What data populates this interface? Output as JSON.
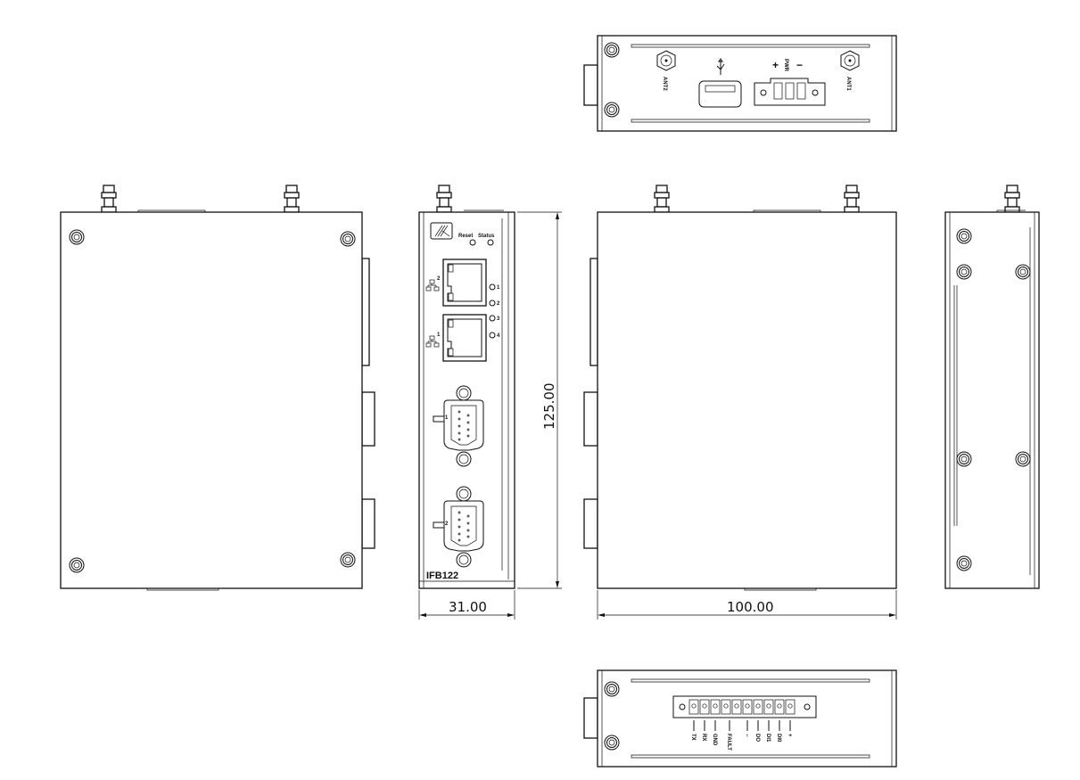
{
  "title": "IFB122 dimension drawing",
  "top_view": {
    "antenna_left": "ANT2",
    "antenna_right": "ANT1",
    "usb_icon": "usb-icon",
    "power_plus": "+",
    "power_label": "PWR",
    "power_minus": "−"
  },
  "front_view": {
    "reset_label": "Reset",
    "status_label": "Status",
    "lan2_index": "2",
    "lan1_index": "1",
    "led_labels": [
      "1",
      "2",
      "3",
      "4"
    ],
    "com1_index": "1",
    "com2_index": "2",
    "model": "IFB122"
  },
  "bottom_view": {
    "terminal_labels": [
      "TX",
      "RX",
      "GND",
      "FAULT",
      "−",
      "DO",
      "DI1",
      "DI0",
      "+"
    ]
  },
  "dimensions": {
    "height": "125.00",
    "width": "31.00",
    "depth": "100.00"
  }
}
